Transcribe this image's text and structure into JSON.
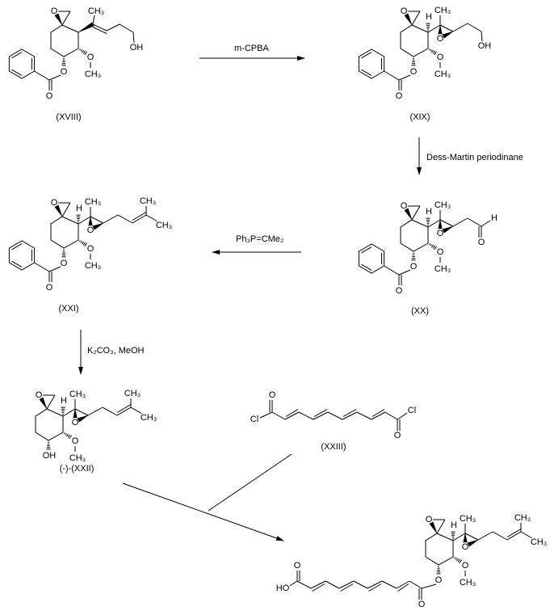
{
  "compounds": {
    "xviii": "(XVIII)",
    "xix": "(XIX)",
    "xx": "(XX)",
    "xxi": "(XXI)",
    "xxii": "(-)-(XXII)",
    "xxiii": "(XXIII)"
  },
  "reagents": {
    "step1": "m-CPBA",
    "step2": "Dess-Martin periodinane",
    "step3": "Ph₃P=CMe₂",
    "step4": "K₂CO₃, MeOH"
  },
  "atoms": {
    "O": "O",
    "OH": "OH",
    "HO": "HO",
    "H": "H",
    "CH3": "CH₃",
    "Cl": "Cl"
  }
}
